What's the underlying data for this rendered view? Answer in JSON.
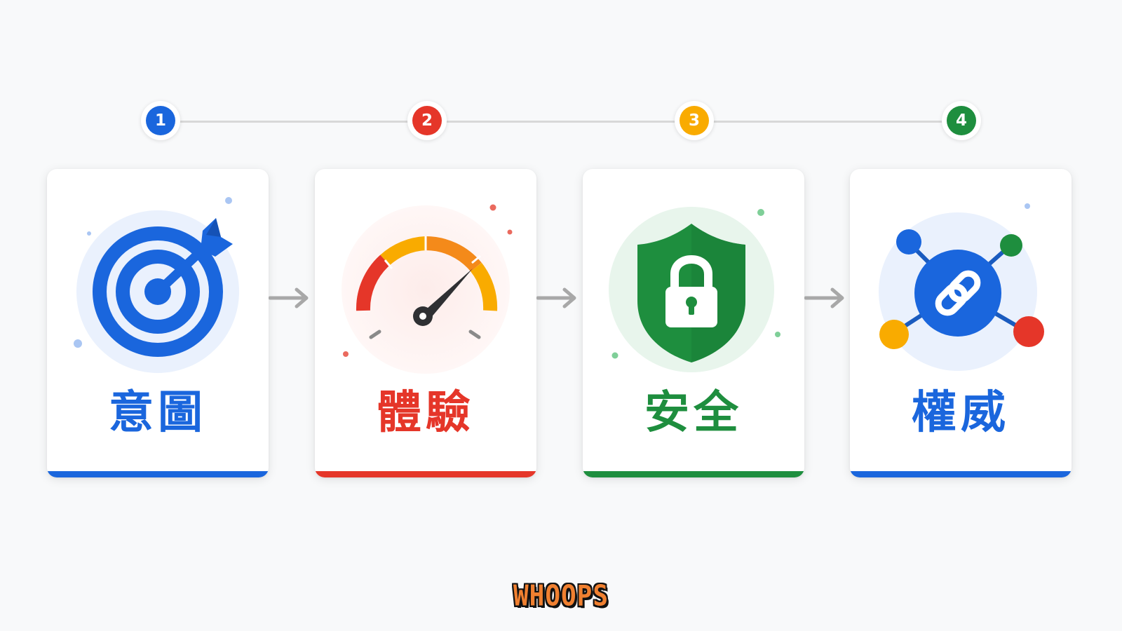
{
  "steps": [
    {
      "number": "1",
      "label": "意圖",
      "icon": "target-arrow-icon",
      "color": "#1a66dd"
    },
    {
      "number": "2",
      "label": "體驗",
      "icon": "speedometer-icon",
      "color": "#e53629"
    },
    {
      "number": "3",
      "label": "安全",
      "icon": "shield-lock-icon",
      "color": "#1e8e3e"
    },
    {
      "number": "4",
      "label": "權威",
      "icon": "link-network-icon",
      "color": "#1a66dd"
    }
  ],
  "colors": {
    "blue": "#1a66dd",
    "red": "#e53629",
    "yellow": "#f9ab00",
    "green": "#1e8e3e",
    "line": "#d8d8d8",
    "arrow": "#a8a8a8"
  },
  "logo": {
    "text": "WHOOPS"
  }
}
